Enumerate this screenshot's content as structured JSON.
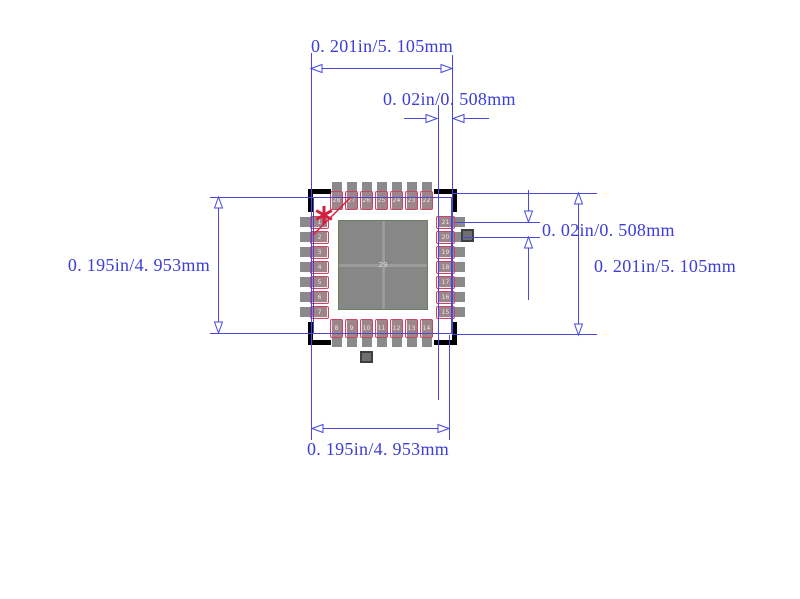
{
  "dimensions": {
    "top_width": "0. 201in/5. 105mm",
    "top_pitch": "0. 02in/0. 508mm",
    "left_height": "0. 195in/4. 953mm",
    "bottom_width": "0. 195in/4. 953mm",
    "right_height": "0. 201in/5. 105mm",
    "right_pitch": "0. 02in/0. 508mm"
  },
  "package": {
    "center_pad_label": "29",
    "pins": {
      "left_top_to_bottom": [
        "1",
        "2",
        "3",
        "4",
        "5",
        "6",
        "7"
      ],
      "bottom_left_to_right": [
        "8",
        "9",
        "10",
        "11",
        "12",
        "13",
        "14"
      ],
      "right_bottom_to_top": [
        "15",
        "16",
        "17",
        "18",
        "19",
        "20",
        "21"
      ],
      "top_right_to_left": [
        "22",
        "23",
        "24",
        "25",
        "26",
        "27",
        "28"
      ]
    }
  },
  "icons": {
    "pin1_marker": "red-asterisk"
  },
  "colors": {
    "dimension_blue": "#4848e0",
    "dimension_text_blue": "#3d3dd8",
    "body_outline_purple": "#4f46c8",
    "pad_gray": "#8a8a8a",
    "pin_outline_red": "#cc4464",
    "pin1_marker_red": "#d41f3f",
    "corner_mark_black": "#000000",
    "center_pad_border_green": "#6b7f5a",
    "center_pad_gray": "#878787"
  }
}
